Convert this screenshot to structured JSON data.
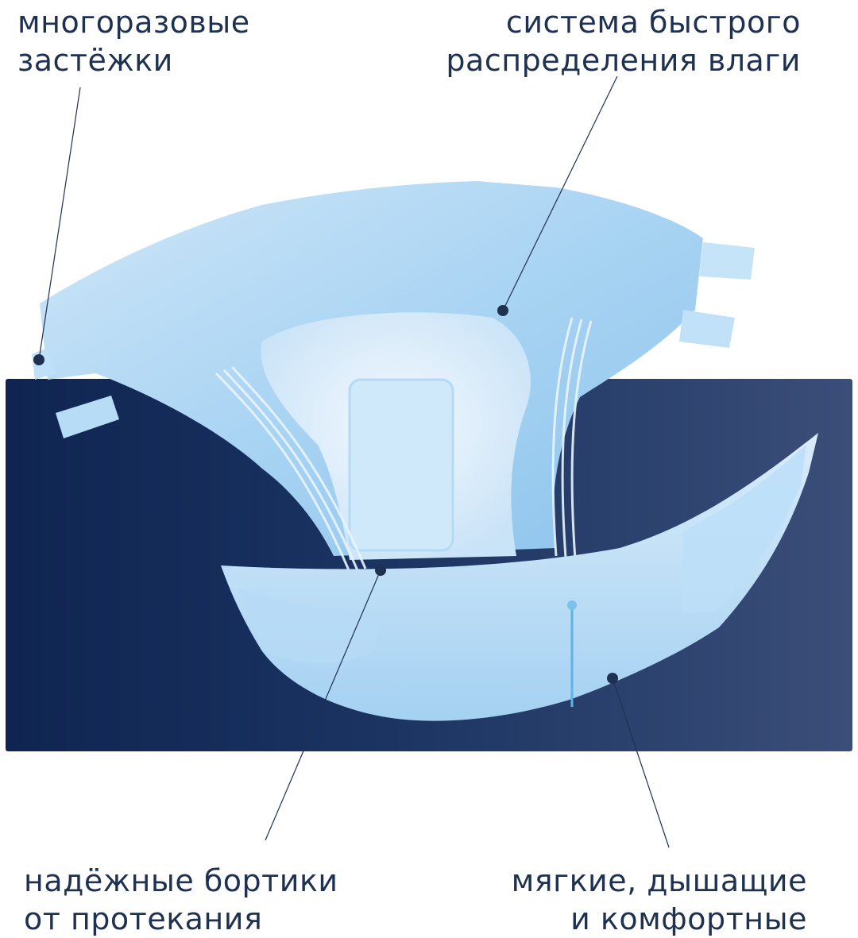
{
  "features": {
    "top_left": {
      "line1": "многоразовые",
      "line2": "застёжки"
    },
    "top_right": {
      "line1": "система быстрого",
      "line2": "распределения влаги"
    },
    "bottom_left": {
      "line1": "надёжные бортики",
      "line2": "от протекания"
    },
    "bottom_right": {
      "line1": "мягкие, дышащие",
      "line2": "и комфортные"
    }
  },
  "colors": {
    "text": "#1f3151",
    "panel_dark": "#0f2451",
    "panel_light": "#3a4e78",
    "product_blue": "#9fd0f2",
    "marker": "#1f3151"
  },
  "icons": [
    "diaper-illustration",
    "callout-dot"
  ]
}
